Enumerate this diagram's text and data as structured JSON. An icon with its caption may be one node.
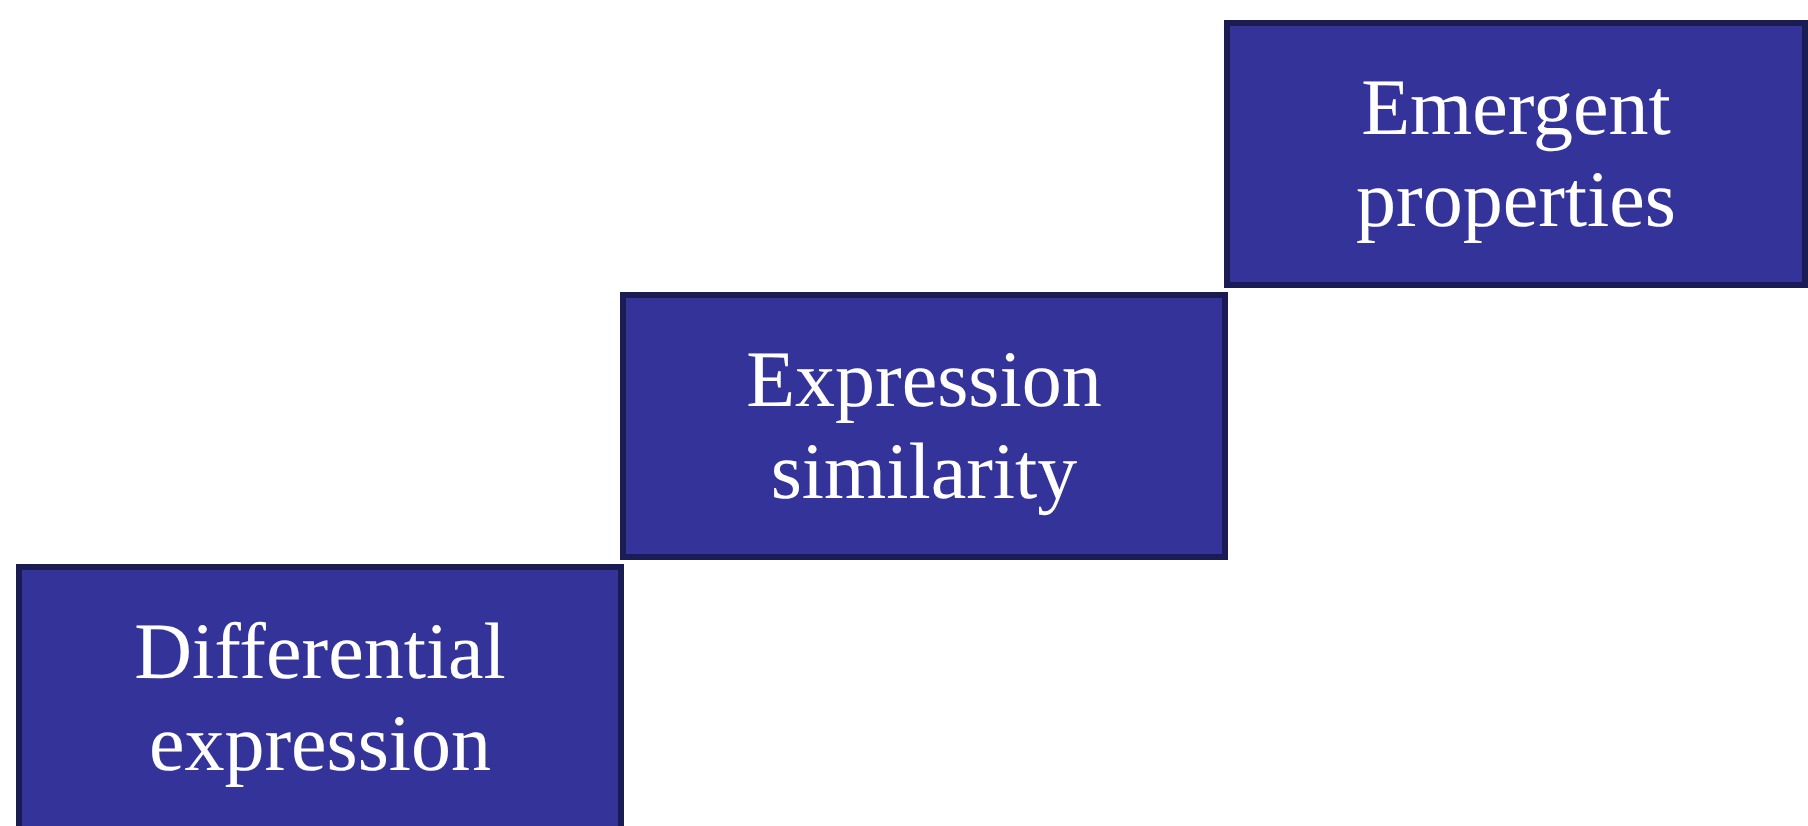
{
  "diagram": {
    "nodes": [
      {
        "text": [
          "Differential expression"
        ]
      },
      {
        "text": [
          "Expression similarity"
        ]
      },
      {
        "text": [
          "Emergent properties"
        ]
      }
    ]
  }
}
